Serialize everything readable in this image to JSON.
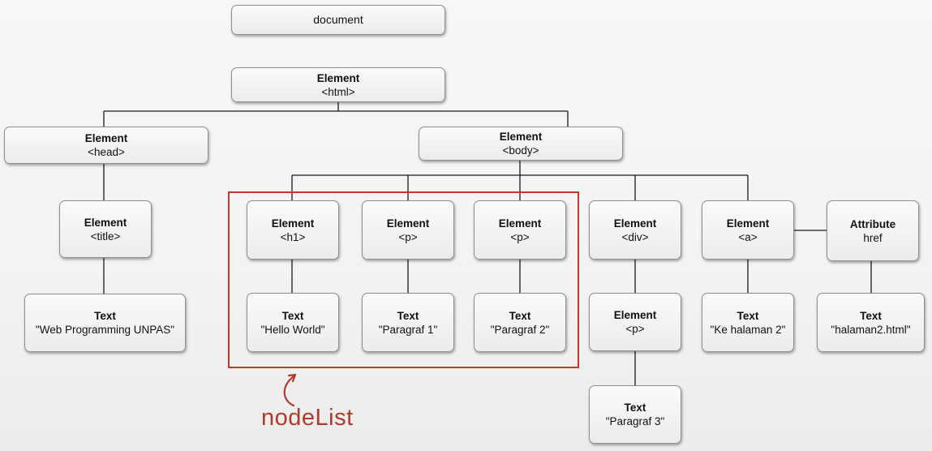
{
  "nodes": [
    {
      "id": "document",
      "name": "document-node",
      "type": "",
      "value": "document"
    },
    {
      "id": "html",
      "name": "element-html-node",
      "type": "Element",
      "value": "<html>"
    },
    {
      "id": "head",
      "name": "element-head-node",
      "type": "Element",
      "value": "<head>"
    },
    {
      "id": "body",
      "name": "element-body-node",
      "type": "Element",
      "value": "<body>"
    },
    {
      "id": "title",
      "name": "element-title-node",
      "type": "Element",
      "value": "<title>"
    },
    {
      "id": "h1",
      "name": "element-h1-node",
      "type": "Element",
      "value": "<h1>"
    },
    {
      "id": "p1",
      "name": "element-p-node-1",
      "type": "Element",
      "value": "<p>"
    },
    {
      "id": "p2",
      "name": "element-p-node-2",
      "type": "Element",
      "value": "<p>"
    },
    {
      "id": "div",
      "name": "element-div-node",
      "type": "Element",
      "value": "<div>"
    },
    {
      "id": "a",
      "name": "element-a-node",
      "type": "Element",
      "value": "<a>"
    },
    {
      "id": "href",
      "name": "attribute-href-node",
      "type": "Attribute",
      "value": "href"
    },
    {
      "id": "t_title",
      "name": "text-node-title",
      "type": "Text",
      "value": "\"Web Programming UNPAS\""
    },
    {
      "id": "t_h1",
      "name": "text-node-hello",
      "type": "Text",
      "value": "\"Hello World\""
    },
    {
      "id": "t_p1",
      "name": "text-node-paragraf-1",
      "type": "Text",
      "value": "\"Paragraf 1\""
    },
    {
      "id": "t_p2",
      "name": "text-node-paragraf-2",
      "type": "Text",
      "value": "\"Paragraf 2\""
    },
    {
      "id": "p3",
      "name": "element-p-node-3",
      "type": "Element",
      "value": "<p>"
    },
    {
      "id": "t_a",
      "name": "text-node-ke-halaman-2",
      "type": "Text",
      "value": "\"Ke halaman 2\""
    },
    {
      "id": "t_href",
      "name": "text-node-href-value",
      "type": "Text",
      "value": "\"halaman2.html\""
    },
    {
      "id": "t_p3",
      "name": "text-node-paragraf-3",
      "type": "Text",
      "value": "\"Paragraf 3\""
    }
  ],
  "annotation": {
    "label": "nodeList"
  },
  "colors": {
    "highlight": "#c0392b",
    "line": "#1a1a1a"
  }
}
